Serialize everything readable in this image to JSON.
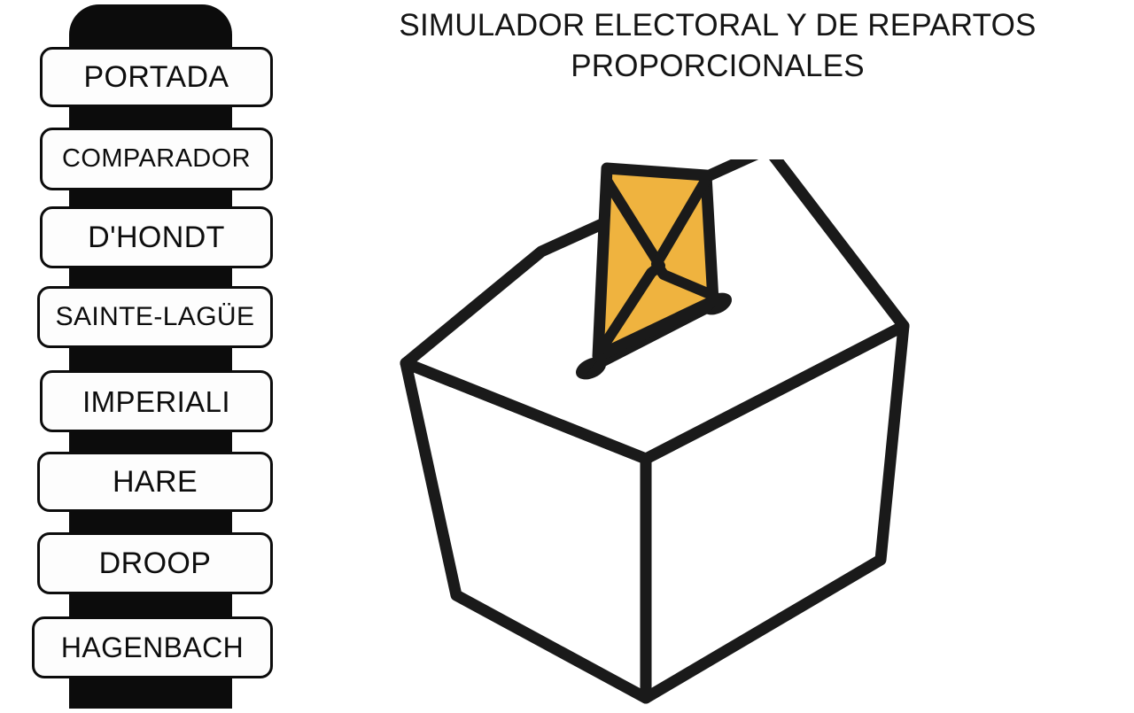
{
  "app": {
    "title_line_1": "SIMULADOR ELECTORAL Y DE REPARTOS",
    "title_line_2": "PROPORCIONALES",
    "title_full": "SIMULADOR ELECTORAL Y DE REPARTOS PROPORCIONALES",
    "background_color": "#FFFFFF",
    "text_color": "#151515"
  },
  "sidebar": {
    "backbone_color": "#0C0C0C",
    "button_fill": "#FDFDFD",
    "button_border": "#0C0C0C",
    "items": [
      {
        "label": "PORTADA",
        "name": "sidebar-item-portada"
      },
      {
        "label": "COMPARADOR",
        "name": "sidebar-item-comparador"
      },
      {
        "label": "D'HONDT",
        "name": "sidebar-item-dhondt"
      },
      {
        "label": "SAINTE-LAGÜE",
        "name": "sidebar-item-sainte-lague"
      },
      {
        "label": "IMPERIALI",
        "name": "sidebar-item-imperiali"
      },
      {
        "label": "HARE",
        "name": "sidebar-item-hare"
      },
      {
        "label": "DROOP",
        "name": "sidebar-item-droop"
      },
      {
        "label": "HAGENBACH",
        "name": "sidebar-item-hagenbach"
      }
    ]
  },
  "illustration": {
    "name": "ballot-box-illustration",
    "description": "Urna electoral con sobre amarillo introduciéndose por la ranura",
    "box_fill": "#FFFFFF",
    "outline_color": "#1A1A1A",
    "envelope_fill": "#EFB33F",
    "envelope_outline": "#1A1A1A"
  }
}
